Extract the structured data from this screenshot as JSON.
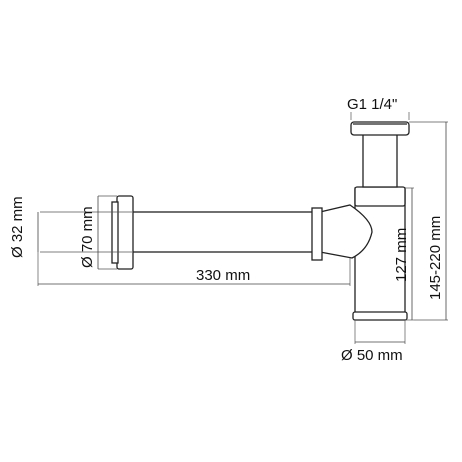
{
  "drawing": {
    "labels": {
      "thread": "G1 1/4\"",
      "inner_diameter": "Ø 32 mm",
      "flange_diameter": "Ø 70 mm",
      "pipe_length": "330 mm",
      "body_diameter": "Ø 50 mm",
      "outlet_height": "127 mm",
      "total_height": "145-220 mm"
    }
  }
}
